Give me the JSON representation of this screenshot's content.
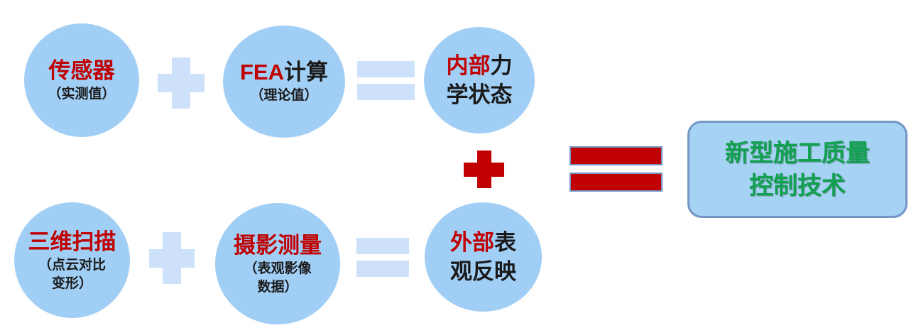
{
  "colors": {
    "circle_fill": "#A1CEF5",
    "operator_light": "#CEE1FA",
    "operator_red": "#C00000",
    "red_text": "#C00000",
    "black_text": "#1a1a1a",
    "green_text": "#12A150",
    "box_fill": "#A6D3F4",
    "box_border": "#7396C4",
    "background": "#ffffff"
  },
  "icons": {
    "plus_light_top": "plus-shape",
    "equals_light_top": "equals-shape",
    "plus_light_bottom": "plus-shape",
    "equals_light_bottom": "equals-shape",
    "plus_red": "plus-shape",
    "equals_red": "equals-shape"
  },
  "top_row": {
    "sensor": {
      "title": "传感器",
      "subtitle": "（实测值）"
    },
    "fea": {
      "title_red": "FEA",
      "title_black": "计算",
      "subtitle": "（理论值）"
    },
    "result": {
      "line1_red": "内部",
      "line1_black": "力",
      "line2": "学状态"
    }
  },
  "bottom_row": {
    "scan": {
      "title": "三维扫描",
      "subtitle_line1": "（点云对比",
      "subtitle_line2": "变形）"
    },
    "photo": {
      "title": "摄影测量",
      "subtitle_line1": "（表观影像",
      "subtitle_line2": "数据）"
    },
    "result": {
      "line1_red": "外部",
      "line1_black": "表",
      "line2": "观反映"
    }
  },
  "final_box": {
    "line1": "新型施工质量",
    "line2": "控制技术"
  }
}
